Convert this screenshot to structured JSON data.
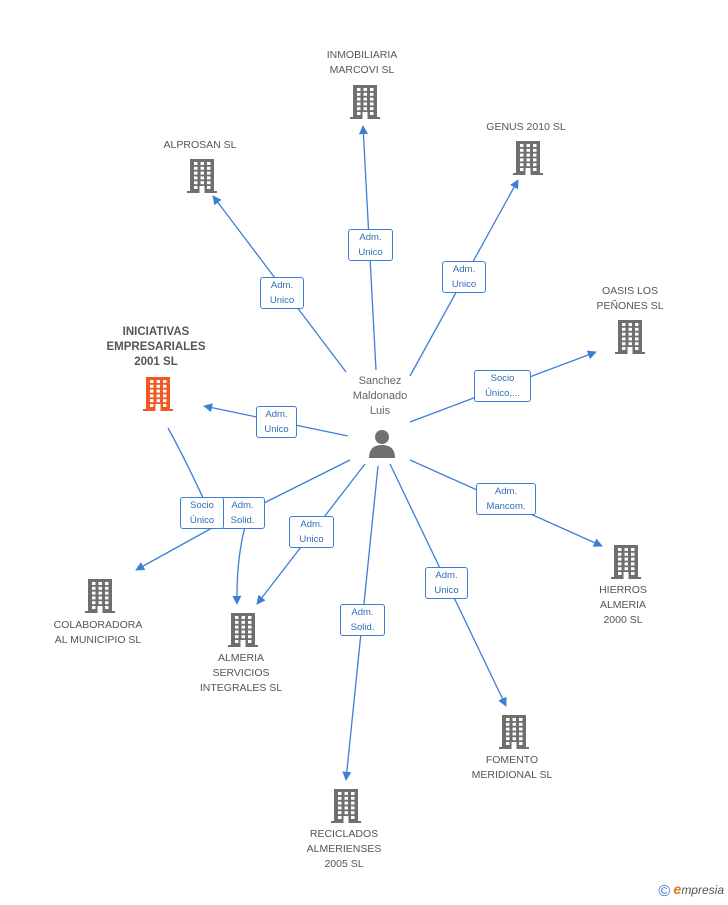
{
  "colors": {
    "edge": "#3d7fd6",
    "company_icon": "#6f6f6f",
    "focus_icon": "#f05a22",
    "person_icon": "#707070",
    "badge_text": "#2f6db5"
  },
  "person": {
    "name": "Sanchez\nMaldonado\nLuis",
    "icon": "person-icon"
  },
  "companies": [
    {
      "id": "inmobiliaria-marcovi",
      "name": "INMOBILIARIA\nMARCOVI SL",
      "focus": false,
      "icon": "building-icon"
    },
    {
      "id": "alprosan",
      "name": "ALPROSAN SL",
      "focus": false,
      "icon": "building-icon"
    },
    {
      "id": "genus-2010",
      "name": "GENUS 2010 SL",
      "focus": false,
      "icon": "building-icon"
    },
    {
      "id": "oasis-los-penones",
      "name": "OASIS LOS\nPEÑONES SL",
      "focus": false,
      "icon": "building-icon"
    },
    {
      "id": "iniciativas-empresariales",
      "name": "INICIATIVAS\nEMPRESARIALES\n2001 SL",
      "focus": true,
      "icon": "building-icon"
    },
    {
      "id": "colaboradora",
      "name": "COLABORADORA\nAL MUNICIPIO SL",
      "focus": false,
      "icon": "building-icon"
    },
    {
      "id": "almeria-servicios",
      "name": "ALMERIA\nSERVICIOS\nINTEGRALES SL",
      "focus": false,
      "icon": "building-icon"
    },
    {
      "id": "hierros-almeria",
      "name": "HIERROS\nALMERIA\n2000 SL",
      "focus": false,
      "icon": "building-icon"
    },
    {
      "id": "fomento-meridional",
      "name": "FOMENTO\nMERIDIONAL SL",
      "focus": false,
      "icon": "building-icon"
    },
    {
      "id": "reciclados-almerienses",
      "name": "RECICLADOS\nALMERIENSES\n2005 SL",
      "focus": false,
      "icon": "building-icon"
    }
  ],
  "relations": [
    {
      "to": "inmobiliaria-marcovi",
      "label": "Adm.\nUnico"
    },
    {
      "to": "alprosan",
      "label": "Adm.\nUnico"
    },
    {
      "to": "genus-2010",
      "label": "Adm.\nUnico"
    },
    {
      "to": "oasis-los-penones",
      "label": "Socio\nÚnico,..."
    },
    {
      "to": "iniciativas-empresariales",
      "label": "Adm.\nUnico"
    },
    {
      "to": "almeria-servicios",
      "label": "Adm.\nSolid."
    },
    {
      "to": "almeria-servicios",
      "label": "Adm.\nUnico"
    },
    {
      "to": "hierros-almeria",
      "label": "Adm.\nMancom."
    },
    {
      "to": "fomento-meridional",
      "label": "Adm.\nUnico"
    },
    {
      "to": "reciclados-almerienses",
      "label": "Adm.\nSolid."
    },
    {
      "from": "iniciativas-empresariales",
      "to": "colaboradora",
      "label": "Socio\nÚnico"
    },
    {
      "from": "iniciativas-empresariales",
      "to": "almeria-servicios",
      "label": ""
    }
  ],
  "footer": {
    "copyright": "©",
    "brand_initial": "e",
    "brand_rest": "mpresia"
  }
}
